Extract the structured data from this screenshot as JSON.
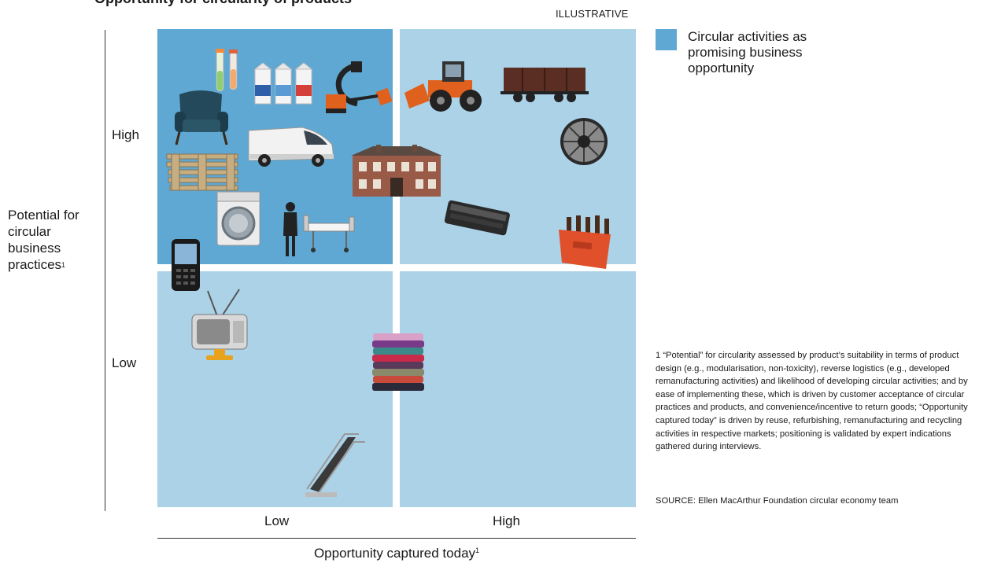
{
  "title": "Opportunity for circularity of products",
  "tag": "ILLUSTRATIVE",
  "y_axis": {
    "label": "Potential for circular business practices",
    "footnote_mark": "1",
    "ticks": [
      "High",
      "Low"
    ]
  },
  "x_axis": {
    "label": "Opportunity captured today",
    "footnote_mark": "1",
    "ticks": [
      "Low",
      "High"
    ]
  },
  "legend": {
    "label": "Circular activities as promising business opportunity",
    "color": "#5fa8d3"
  },
  "colors": {
    "highlight_quadrant": "#5fa8d3",
    "other_quadrants": "#acd2e8"
  },
  "products": {
    "high_potential_low_captured": [
      "test-tubes-icon",
      "milk-cartons-icon",
      "mobile-x-ray-icon",
      "armchair-icon",
      "van-icon",
      "pallets-icon",
      "building-icon",
      "washing-machine-icon",
      "person-icon",
      "hospital-bed-icon"
    ],
    "high_potential_high_captured": [
      "wheel-loader-icon",
      "rail-wagon-icon",
      "turbine-icon",
      "printer-cartridge-icon",
      "bottle-crate-icon"
    ],
    "low_potential_low_captured": [
      "mobile-phone-icon",
      "television-icon",
      "escalator-icon"
    ],
    "boundary": [
      "clothes-pile-icon"
    ]
  },
  "footnote": "1 “Potential” for circularity assessed by product’s suitability in terms of product design (e.g., modularisation, non-toxicity), reverse logistics (e.g., developed remanufacturing activities) and likelihood of developing circular activities; and by ease of implementing these, which is driven by customer acceptance of circular practices and products, and convenience/incentive to return goods; “Opportunity captured today” is driven by reuse, refurbishing, remanufacturing and recycling activities in respective markets; positioning is validated by expert indications gathered during interviews.",
  "source": "SOURCE: Ellen MacArthur Foundation circular economy team"
}
